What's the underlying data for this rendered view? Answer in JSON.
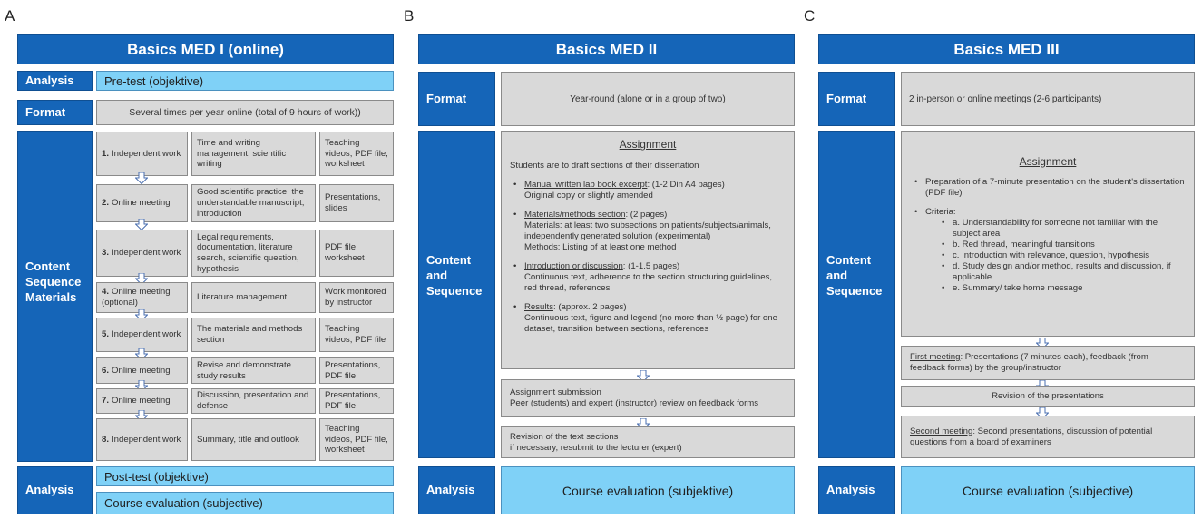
{
  "panels": {
    "A": {
      "letter": "A",
      "title": "Basics MED I (online)",
      "analysis_label": "Analysis",
      "pretest": "Pre-test (objektive)",
      "format_label": "Format",
      "format_text": "Several times per year online (total of 9 hours of work))",
      "content_label": "Content Sequence Materials",
      "rows": [
        {
          "num": "1.",
          "type": "Independent work",
          "topic": "Time and writing management, scientific writing",
          "materials": "Teaching videos, PDF file, worksheet"
        },
        {
          "num": "2.",
          "type": "Online meeting",
          "topic": "Good scientific practice, the understandable manuscript, introduction",
          "materials": "Presentations, slides"
        },
        {
          "num": "3.",
          "type": "Independent work",
          "topic": "Legal requirements, documentation, literature search, scientific question, hypothesis",
          "materials": "PDF file, worksheet"
        },
        {
          "num": "4.",
          "type": "Online meeting (optional)",
          "topic": "Literature management",
          "materials": "Work monitored by instructor"
        },
        {
          "num": "5.",
          "type": "Independent work",
          "topic": "The materials and methods section",
          "materials": "Teaching videos, PDF file"
        },
        {
          "num": "6.",
          "type": "Online meeting",
          "topic": "Revise and demonstrate study results",
          "materials": "Presentations, PDF file"
        },
        {
          "num": "7.",
          "type": "Online meeting",
          "topic": "Discussion, presentation and defense",
          "materials": "Presentations, PDF file"
        },
        {
          "num": "8.",
          "type": "Independent work",
          "topic": "Summary, title and outlook",
          "materials": "Teaching videos, PDF file, worksheet"
        }
      ],
      "analysis2_label": "Analysis",
      "posttest": "Post-test (objektive)",
      "evaluation": "Course evaluation (subjective)"
    },
    "B": {
      "letter": "B",
      "title": "Basics MED II",
      "format_label": "Format",
      "format_text": "Year-round (alone or in a group of two)",
      "content_label": "Content and Sequence",
      "assignment_title": "Assignment",
      "assignment_intro": "Students are to draft sections of their dissertation",
      "items": [
        {
          "head": "Manual written lab book excerpt",
          "rest": ": (1-2 Din A4 pages)",
          "body": "Original copy or slightly amended"
        },
        {
          "head": "Materials/methods section",
          "rest": ": (2 pages)",
          "body": "Materials: at least two subsections on patients/subjects/animals, independently generated solution (experimental)\nMethods: Listing of at least one method"
        },
        {
          "head": "Introduction or discussion",
          "rest": ": (1-1.5 pages)",
          "body": "Continuous text, adherence to the section structuring guidelines, red thread, references"
        },
        {
          "head": "Results",
          "rest": ": (approx. 2 pages)",
          "body": "Continuous text, figure and legend (no more than ½ page) for one dataset, transition between sections, references"
        }
      ],
      "submission_line1": "Assignment submission",
      "submission_line2": "Peer (students) and expert (instructor) review on feedback forms",
      "revision_line1": "Revision of the text sections",
      "revision_line2": "if necessary, resubmit to the lecturer (expert)",
      "analysis_label": "Analysis",
      "evaluation": "Course evaluation (subjektive)"
    },
    "C": {
      "letter": "C",
      "title": "Basics MED III",
      "format_label": "Format",
      "format_text": "2 in-person or online meetings (2-6 participants)",
      "content_label": "Content and Sequence",
      "assignment_title": "Assignment",
      "bullet1": "Preparation of a 7-minute presentation on the student's dissertation (PDF file)",
      "criteria_label": "Criteria:",
      "criteria": [
        "a. Understandability for someone not familiar with the subject area",
        "b. Red thread, meaningful transitions",
        "c. Introduction with relevance, question, hypothesis",
        "d. Study design and/or method, results and discussion, if applicable",
        "e. Summary/ take home message"
      ],
      "first_meeting_head": "First meeting",
      "first_meeting_text": ": Presentations (7 minutes each), feedback (from feedback forms) by the group/instructor",
      "revision": "Revision of the presentations",
      "second_meeting_head": "Second meeting",
      "second_meeting_text": ": Second presentations, discussion of potential questions from a board of examiners",
      "analysis_label": "Analysis",
      "evaluation": "Course evaluation (subjective)"
    }
  },
  "colors": {
    "dark_blue": "#1565b8",
    "light_blue": "#7fd1f7",
    "grey": "#d9d9d9"
  },
  "icons": [
    "down-arrow-icon"
  ]
}
